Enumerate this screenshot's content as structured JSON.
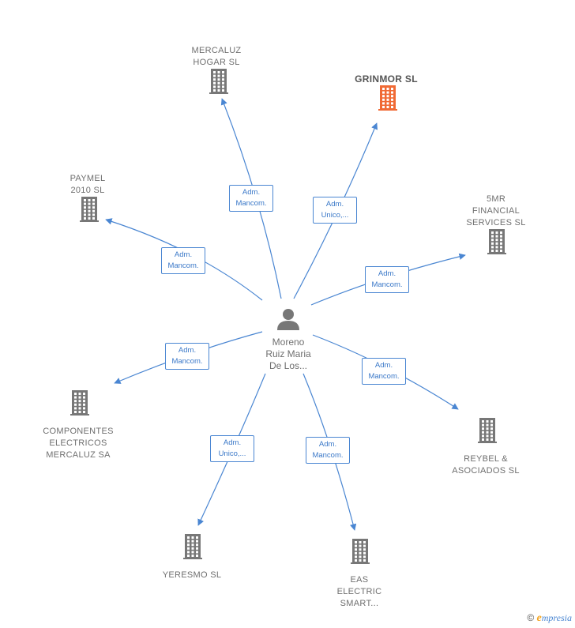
{
  "center": {
    "name_lines": [
      "Moreno",
      "Ruiz Maria",
      "De Los..."
    ]
  },
  "colors": {
    "edge": "#4a86d2",
    "building": "#777777",
    "building_highlight": "#f06a35",
    "person": "#777777"
  },
  "nodes": [
    {
      "id": "mercaluz",
      "lines": [
        "MERCALUZ",
        "HOGAR SL"
      ],
      "highlight": false
    },
    {
      "id": "grinmor",
      "lines": [
        "GRINMOR  SL"
      ],
      "highlight": true
    },
    {
      "id": "paymel",
      "lines": [
        "PAYMEL",
        "2010 SL"
      ],
      "highlight": false
    },
    {
      "id": "fivemr",
      "lines": [
        "5MR",
        "FINANCIAL",
        "SERVICES  SL"
      ],
      "highlight": false
    },
    {
      "id": "componentes",
      "lines": [
        "COMPONENTES",
        "ELECTRICOS",
        "MERCALUZ SA"
      ],
      "highlight": false
    },
    {
      "id": "reybel",
      "lines": [
        "REYBEL &",
        "ASOCIADOS SL"
      ],
      "highlight": false
    },
    {
      "id": "yeresmo",
      "lines": [
        "YERESMO  SL"
      ],
      "highlight": false
    },
    {
      "id": "eas",
      "lines": [
        "EAS",
        "ELECTRIC",
        "SMART..."
      ],
      "highlight": false
    }
  ],
  "edges": [
    {
      "to": "mercaluz",
      "label_lines": [
        "Adm.",
        "Mancom."
      ]
    },
    {
      "to": "grinmor",
      "label_lines": [
        "Adm.",
        "Unico,..."
      ]
    },
    {
      "to": "paymel",
      "label_lines": [
        "Adm.",
        "Mancom."
      ]
    },
    {
      "to": "fivemr",
      "label_lines": [
        "Adm.",
        "Mancom."
      ]
    },
    {
      "to": "componentes",
      "label_lines": [
        "Adm.",
        "Mancom."
      ]
    },
    {
      "to": "reybel",
      "label_lines": [
        "Adm.",
        "Mancom."
      ]
    },
    {
      "to": "yeresmo",
      "label_lines": [
        "Adm.",
        "Unico,..."
      ]
    },
    {
      "to": "eas",
      "label_lines": [
        "Adm.",
        "Mancom."
      ]
    }
  ],
  "footer": {
    "copyright": "©",
    "brand_initial": "e",
    "brand_rest": "mpresia"
  }
}
